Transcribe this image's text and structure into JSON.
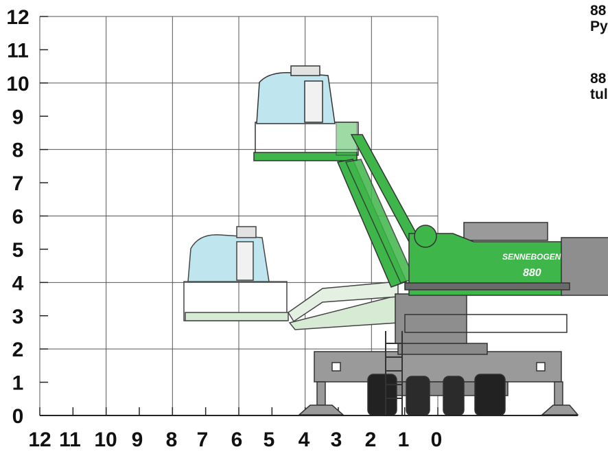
{
  "y_axis_labels": [
    "12",
    "11",
    "10",
    "9",
    "8",
    "7",
    "6",
    "5",
    "4",
    "3",
    "2",
    "1",
    "0"
  ],
  "x_axis_labels": [
    "12",
    "11",
    "10",
    "9",
    "8",
    "7",
    "6",
    "5",
    "4",
    "3",
    "2",
    "1",
    "0"
  ],
  "side_text": {
    "line1": "88",
    "line2": "Py",
    "line3": "88",
    "line4": "tul"
  },
  "machine": {
    "brand": "SENNEBOGEN",
    "model": "880"
  },
  "colors": {
    "grid": "#555555",
    "machine_green": "#3fb64a",
    "cab_glass": "#bfe6ee",
    "frame_grey": "#9a9a9a",
    "ghost_green": "#d6ead4"
  }
}
